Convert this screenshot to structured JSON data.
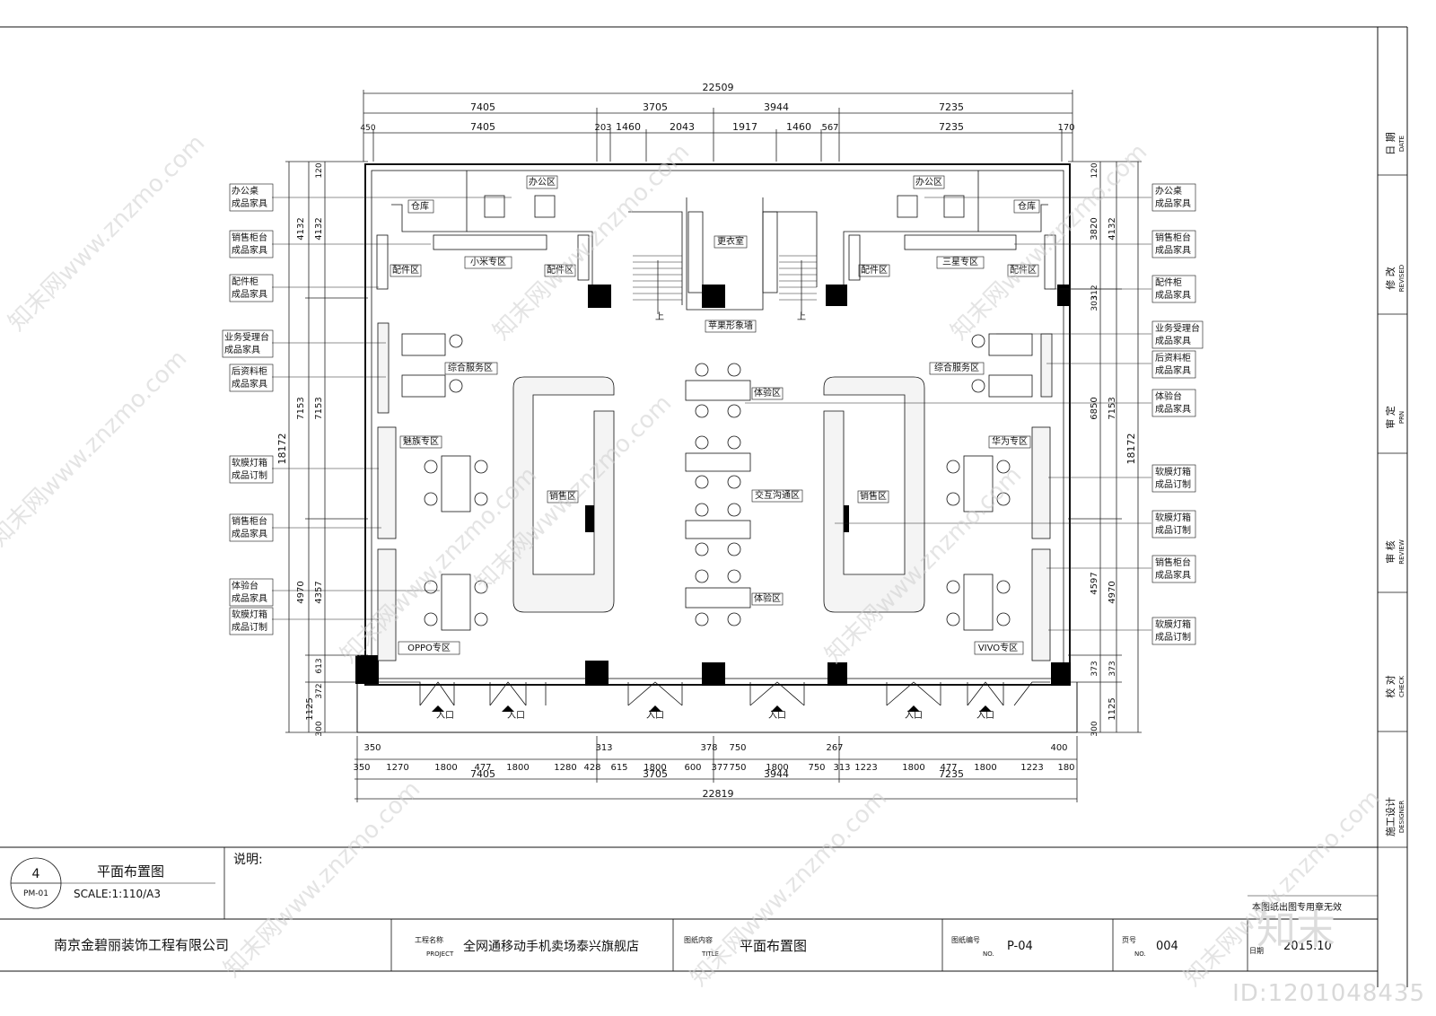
{
  "plan": {
    "dims_top_total": "22509",
    "dims_top_row1": [
      "7405",
      "3705",
      "3944",
      "7235"
    ],
    "dims_top_row2": [
      "7405",
      "1460",
      "2043",
      "1917",
      "1460",
      "7235"
    ],
    "dims_top_small": [
      "450",
      "203",
      "567",
      "170"
    ],
    "dims_bottom_row1": [
      "350",
      "1270",
      "1800",
      "477",
      "1800",
      "1280",
      "428",
      "615",
      "1800",
      "600",
      "377",
      "750",
      "1800",
      "750",
      "313",
      "1223",
      "1800",
      "477",
      "1800",
      "1223",
      "180"
    ],
    "dims_bottom_small": [
      "350",
      "313",
      "378",
      "750",
      "267",
      "400"
    ],
    "dims_bottom_row2": [
      "7405",
      "3705",
      "3944",
      "7235"
    ],
    "dims_bottom_total": "22819",
    "dims_left_outer": [
      "4132",
      "7153",
      "4970"
    ],
    "dims_left_inner": [
      "4132",
      "7153",
      "4357"
    ],
    "dims_left_total": "18172",
    "dims_left_bottom": [
      "613",
      "372",
      "1125",
      "300"
    ],
    "dims_left_top": "120",
    "dims_right_inner": [
      "3820",
      "312",
      "6850",
      "4597"
    ],
    "dims_right_outer": [
      "4132",
      "7153",
      "4970"
    ],
    "dims_right_total": "18172",
    "dims_right_small": [
      "120",
      "303",
      "373",
      "373",
      "1125",
      "300"
    ],
    "rooms": {
      "office_l": "办公区",
      "office_r": "办公区",
      "storage_l": "仓库",
      "storage_r": "仓库",
      "xiaomi": "小米专区",
      "samsung": "三星专区",
      "parts_l1": "配件区",
      "parts_l2": "配件区",
      "parts_r1": "配件区",
      "parts_r2": "配件区",
      "locker": "更衣室",
      "apple_wall": "苹果形象墙",
      "service_l": "综合服务区",
      "service_r": "综合服务区",
      "meizu": "魅族专区",
      "huawei": "华为专区",
      "sales_l": "销售区",
      "sales_r": "销售区",
      "exp_top": "体验区",
      "exp_bottom": "体验区",
      "interact": "交互沟通区",
      "oppo": "OPPO专区",
      "vivo": "VIVO专区",
      "up_l": "上",
      "up_r": "上",
      "entrance": "入口"
    },
    "legend_left": [
      [
        "办公桌",
        "成品家具"
      ],
      [
        "销售柜台",
        "成品家具"
      ],
      [
        "配件柜",
        "成品家具"
      ],
      [
        "业务受理台",
        "成品家具"
      ],
      [
        "后资料柜",
        "成品家具"
      ],
      [
        "软膜灯箱",
        "成品订制"
      ],
      [
        "销售柜台",
        "成品家具"
      ],
      [
        "体验台",
        "成品家具"
      ],
      [
        "软膜灯箱",
        "成品订制"
      ]
    ],
    "legend_right": [
      [
        "办公桌",
        "成品家具"
      ],
      [
        "销售柜台",
        "成品家具"
      ],
      [
        "配件柜",
        "成品家具"
      ],
      [
        "业务受理台",
        "成品家具"
      ],
      [
        "后资料柜",
        "成品家具"
      ],
      [
        "体验台",
        "成品家具"
      ],
      [
        "软膜灯箱",
        "成品订制"
      ],
      [
        "软膜灯箱",
        "成品订制"
      ],
      [
        "销售柜台",
        "成品家具"
      ],
      [
        "软膜灯箱",
        "成品订制"
      ]
    ]
  },
  "sidebar": [
    {
      "cn": "日 期",
      "en": "DATE"
    },
    {
      "cn": "修 改",
      "en": "REVISED"
    },
    {
      "cn": "审 定",
      "en": "PRN"
    },
    {
      "cn": "审 核",
      "en": "REVIEW"
    },
    {
      "cn": "校 对",
      "en": "CHECK"
    },
    {
      "cn": "施工设计",
      "en": "DESIGNER"
    }
  ],
  "title_block": {
    "drawing_no": "4",
    "drawing_code": "PM-01",
    "drawing_title": "平面布置图",
    "scale": "SCALE:1:110/A3",
    "notes_label": "说明:",
    "company": "南京金碧丽装饰工程有限公司",
    "project_label_cn": "工程名称",
    "project_label_en": "PROJECT",
    "project_name": "全网通移动手机卖场泰兴旗舰店",
    "content_label_cn": "图纸内容",
    "content_label_en": "TITLE",
    "content_name": "平面布置图",
    "number_label_cn": "图纸编号",
    "number_label_en": "NO.",
    "number_value": "P-04",
    "page_label_cn": "页号",
    "page_label_en": "NO.",
    "page_value": "004",
    "date_label": "日期",
    "date_value": "2015.10",
    "footer_note": "本图纸出图专用章无效"
  },
  "watermark": {
    "site": "知末网www.znzmo.com",
    "logo": "知末",
    "id": "ID:1201048435"
  }
}
